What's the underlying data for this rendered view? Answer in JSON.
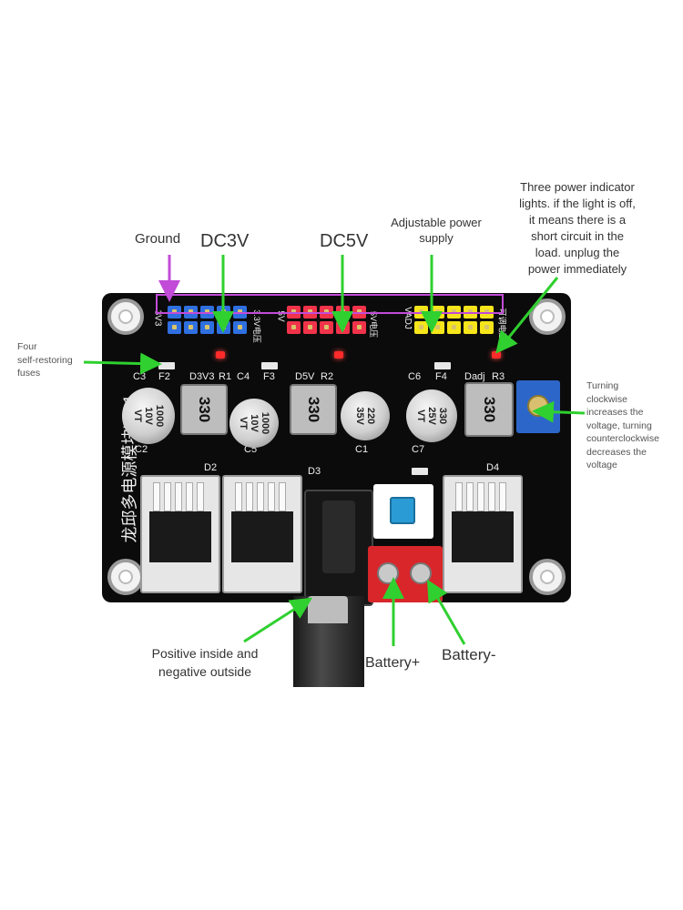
{
  "labels": {
    "ground": "Ground",
    "dc3v": "DC3V",
    "dc5v": "DC5V",
    "adjustable": [
      "Adjustable power",
      "supply"
    ],
    "indicator": [
      "Three power indicator",
      "lights. if the light is off,",
      "it means there is a",
      "short circuit in the",
      "load. unplug the",
      "power immediately"
    ],
    "fuses": [
      "Four",
      "self-restoring",
      "fuses"
    ],
    "turning": [
      "Turning",
      "clockwise",
      "increases the",
      "voltage, turning",
      "counterclockwise",
      "decreases the",
      "voltage"
    ],
    "polarity": [
      "Positive inside and",
      "negative outside"
    ],
    "battery_plus": "Battery+",
    "battery_minus": "Battery-"
  },
  "board": {
    "title": "龙邱多电源模块V3.1",
    "capacitors": [
      {
        "value": "1000",
        "voltage": "10V",
        "brand": "VT"
      },
      {
        "value": "1000",
        "voltage": "10V",
        "brand": "VT"
      },
      {
        "value": "220",
        "voltage": "35V"
      },
      {
        "value": "330",
        "voltage": "25V",
        "brand": "VT"
      }
    ],
    "inductors": [
      "330",
      "330",
      "330"
    ],
    "silk_refs": [
      "C3",
      "F2",
      "D3V3",
      "R1",
      "C4",
      "F3",
      "D5V",
      "R2",
      "C6",
      "F4",
      "Dadj",
      "R3",
      "C2",
      "C5",
      "C1",
      "C7",
      "D2",
      "D3",
      "D4"
    ],
    "pin_labels": [
      "3V3",
      "3.3V电压",
      "5V",
      "5V电压",
      "VADJ",
      "可调电压"
    ]
  },
  "colors": {
    "arrow": "#2fd02f",
    "ground_frame": "#c24bd8",
    "header_blue": "#2f6fe0",
    "header_red": "#f0334a",
    "header_yellow": "#f5e51a"
  }
}
